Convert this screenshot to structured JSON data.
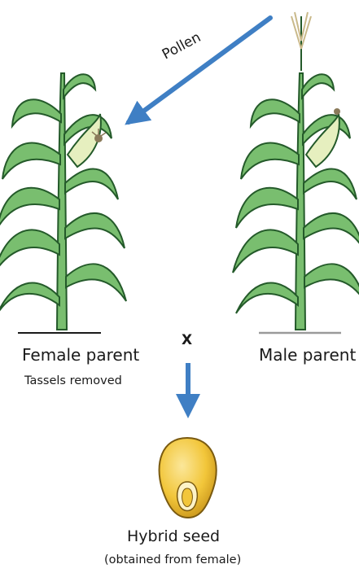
{
  "diagram": {
    "pollen_label": "Pollen",
    "female": {
      "label": "Female parent",
      "sublabel": "Tassels removed"
    },
    "male": {
      "label": "Male parent"
    },
    "cross_symbol": "X",
    "hybrid": {
      "label": "Hybrid seed",
      "sublabel": "(obtained from female)"
    }
  },
  "colors": {
    "arrow": "#3f7fc4",
    "leaf_fill": "#79be6f",
    "leaf_stroke": "#245a2a",
    "ear_fill": "#e6efbf",
    "seed_fill": "#f2c63a",
    "soil_line": "#9a9a9a"
  }
}
